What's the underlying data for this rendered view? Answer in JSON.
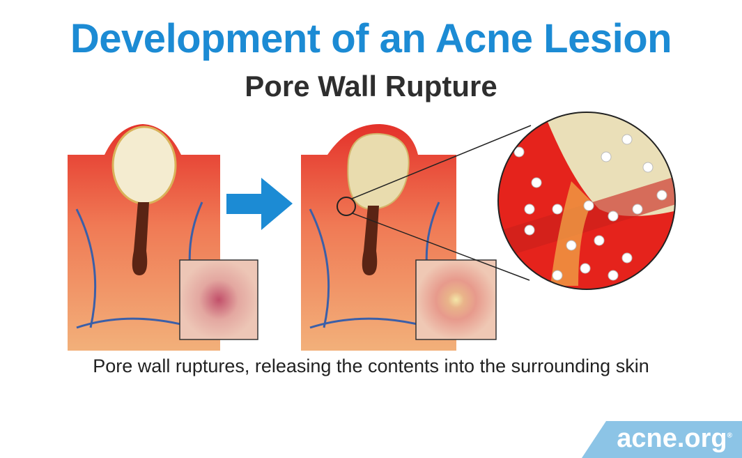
{
  "title": "Development of an Acne Lesion",
  "subtitle": "Pore Wall Rupture",
  "caption": "Pore wall ruptures, releasing the contents into the surrounding skin",
  "logo": {
    "text": "acne.org",
    "mark": "®"
  },
  "colors": {
    "title": "#1c8bd4",
    "arrow": "#1c8bd4",
    "logo_bg": "#8cc4e6",
    "skin_red": "#e8302a"
  }
}
